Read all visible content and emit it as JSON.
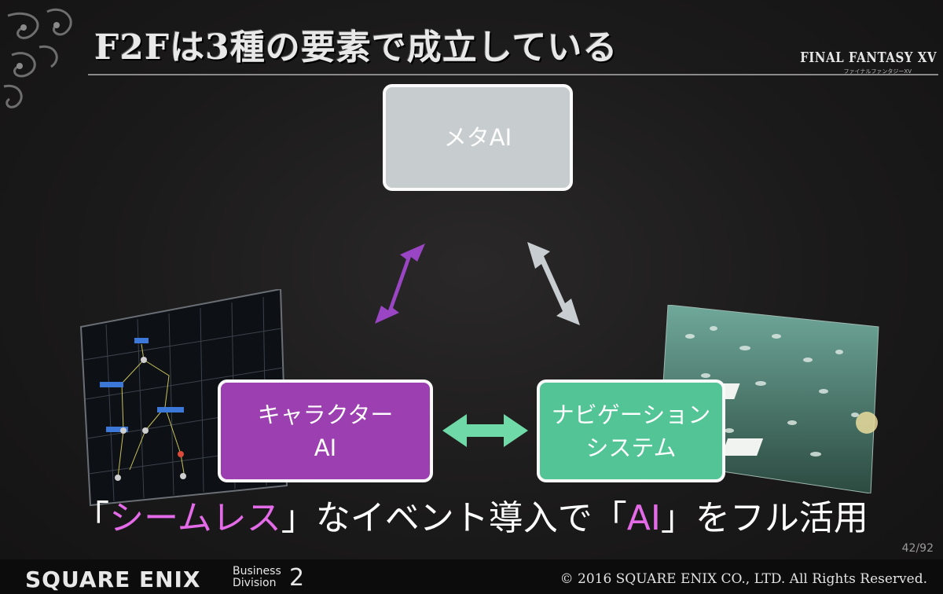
{
  "title": "F2Fは3種の要素で成立している",
  "logo": {
    "game": "FINAL FANTASY XV",
    "game_sub": "ファイナルファンタジーXV"
  },
  "boxes": {
    "meta": {
      "label": "メタAI",
      "color": "#c7cccf"
    },
    "character": {
      "label": "キャラクター\nAI",
      "color": "#9c3fb0"
    },
    "navigation": {
      "label": "ナビゲーション\nシステム",
      "color": "#52c496"
    }
  },
  "arrows": {
    "meta_character": {
      "color": "#9a45c4"
    },
    "meta_navigation": {
      "color": "#c8cdd1"
    },
    "character_navigation": {
      "color": "#6fd9a8"
    }
  },
  "caption": {
    "bracket_open_1": "「",
    "highlight_1": "シームレス",
    "mid_1": "」なイベント導入で「",
    "highlight_2": "AI",
    "end": "」をフル活用"
  },
  "page_number": "42/92",
  "footer": {
    "brand": "SQUARE ENIX",
    "division_line1": "Business",
    "division_line2": "Division",
    "division_number": "2",
    "copyright": "© 2016 SQUARE ENIX CO., LTD. All Rights Reserved."
  }
}
